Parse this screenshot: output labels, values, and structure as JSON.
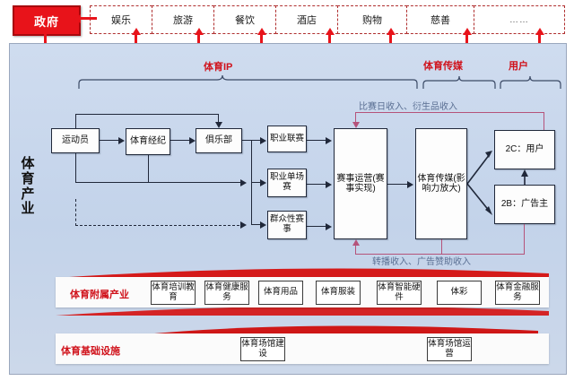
{
  "top": {
    "government": "政府",
    "segments": [
      "娱乐",
      "旅游",
      "餐饮",
      "酒店",
      "购物",
      "慈善",
      "……"
    ]
  },
  "panel": {
    "vertical_title": "体育产业",
    "group_labels": {
      "sports_ip": "体育IP",
      "sports_media": "体育传媒",
      "users": "用户"
    },
    "nodes": {
      "athlete": "运动员",
      "agency": "体育经纪",
      "club": "俱乐部",
      "pro_league": "职业联赛",
      "pro_single": "职业单场赛",
      "mass_event": "群众性赛事",
      "event_ops": "赛事运营(赛事实现)",
      "media": "体育传媒(影响力放大)",
      "c_user": "2C：用户",
      "b_adv": "2B：广告主"
    },
    "revenue_top": "比赛日收入、衍生品收入",
    "revenue_bottom": "转播收入、广告赞助收入"
  },
  "affiliated": {
    "label": "体育附属产业",
    "items": [
      "体育培训教育",
      "体育健康服务",
      "体育用品",
      "体育服装",
      "体育智能硬件",
      "体彩",
      "体育金融服务"
    ]
  },
  "infrastructure": {
    "label": "体育基础设施",
    "items": [
      "体育场馆建设",
      "体育场馆运营"
    ]
  },
  "colors": {
    "gov_red": "#e8131a",
    "label_red": "#d0111a",
    "panel_blue": "#c7d5ec",
    "node_line": "#20283a",
    "revenue_pink": "#b5537a",
    "revenue_text": "#5a6f93"
  }
}
